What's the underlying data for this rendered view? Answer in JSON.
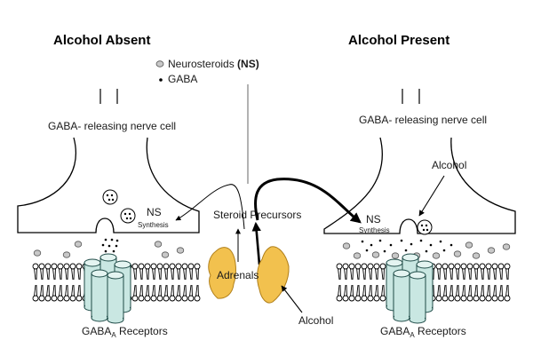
{
  "titles": {
    "left": "Alcohol Absent",
    "right": "Alcohol Present"
  },
  "legend": {
    "neurosteroids": "Neurosteroids",
    "neurosteroids_abbr": "(NS)",
    "gaba": "GABA"
  },
  "left_panel": {
    "cell_label": "GABA- releasing nerve cell",
    "ns_label": "NS",
    "synthesis_label": "Synthesis",
    "receptor_label": "GABA",
    "receptor_sub": "A",
    "receptor_suffix": " Receptors"
  },
  "right_panel": {
    "cell_label": "GABA- releasing nerve cell",
    "alcohol_label": "Alcohol",
    "ns_label": "NS",
    "synthesis_label": "Synthesis",
    "receptor_label": "GABA",
    "receptor_sub": "A",
    "receptor_suffix": " Receptors"
  },
  "center": {
    "steroid_label": "Steroid Precursors",
    "adrenals_label": "Adrenals",
    "alcohol_label": "Alcohol"
  },
  "colors": {
    "neurosteroid_fill": "#c8c8c8",
    "receptor_fill": "#c9e7e2",
    "adrenal_fill": "#f2c14e",
    "adrenal_stroke": "#b07f1a"
  }
}
